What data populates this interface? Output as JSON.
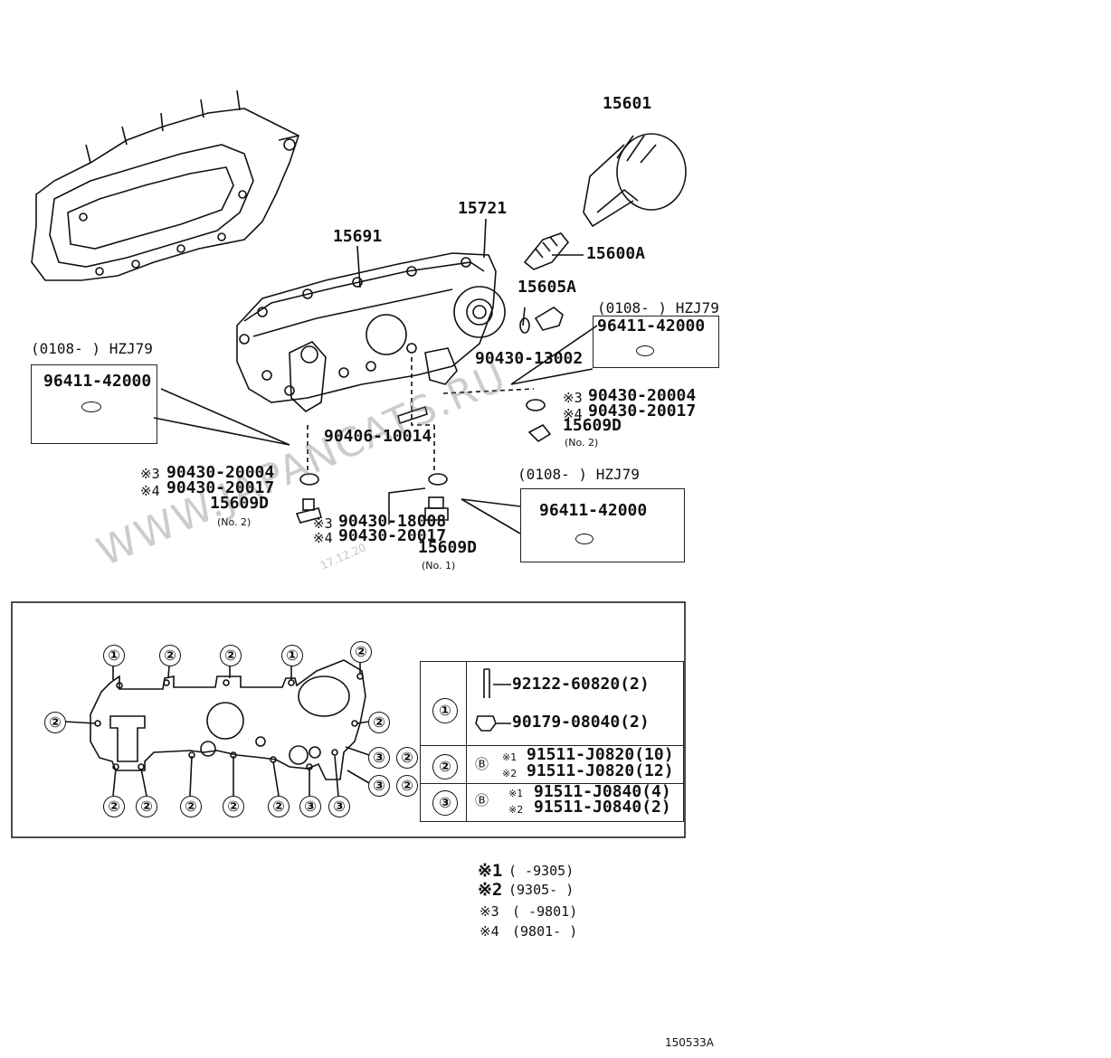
{
  "parts": {
    "p15601": "15601",
    "p15721": "15721",
    "p15691": "15691",
    "p15600A": "15600A",
    "p15605A": "15605A",
    "p90430_13002": "90430-13002",
    "p90406_10014": "90406-10014",
    "p15609D_a": "15609D",
    "p15609D_b": "15609D",
    "p15609D_c": "15609D"
  },
  "callouts": {
    "left": {
      "hz": "(0108-        ) HZJ79",
      "part": "96411-42000",
      "r1_mark": "※3",
      "r1_part": "90430-20004",
      "r2_mark": "※4",
      "r2_part": "90430-20017",
      "plug": "15609D",
      "plug_no": "(No. 2)"
    },
    "right_top": {
      "hz": "(0108-        ) HZJ79",
      "part": "96411-42000",
      "r1_mark": "※3",
      "r1_part": "90430-20004",
      "r2_mark": "※4",
      "r2_part": "90430-20017",
      "plug": "15609D",
      "plug_no": "(No. 2)"
    },
    "bottom_center": {
      "r1_mark": "※3",
      "r1_part": "90430-18008",
      "r2_mark": "※4",
      "r2_part": "90430-20017",
      "plug": "15609D",
      "plug_no": "(No. 1)"
    },
    "bottom_right": {
      "hz": "(0108-        ) HZJ79",
      "part": "96411-42000"
    }
  },
  "bolt_table": {
    "row1": {
      "num": "①",
      "a": "92122-60820(2)",
      "b": "90179-08040(2)"
    },
    "row2": {
      "num": "②",
      "mark": "Ⓑ",
      "a_mark": "※1",
      "a": "91511-J0820(10)",
      "b_mark": "※2",
      "b": "91511-J0820(12)"
    },
    "row3": {
      "num": "③",
      "mark": "Ⓑ",
      "a_mark": "※1",
      "a": "91511-J0840(4)",
      "b_mark": "※2",
      "b": "91511-J0840(2)"
    }
  },
  "gasket_markers": {
    "one": "①",
    "two": "②",
    "three": "③"
  },
  "legend": {
    "l1_mark": "※1",
    "l1": "(        -9305)",
    "l2_mark": "※2",
    "l2": "(9305-        )",
    "l3_mark": "※3",
    "l3": "(        -9801)",
    "l4_mark": "※4",
    "l4": "(9801-        )"
  },
  "watermark": "WWW.JAPANCATS.RU",
  "watermark_date": "17.12.20",
  "diagram_code": "150533A"
}
